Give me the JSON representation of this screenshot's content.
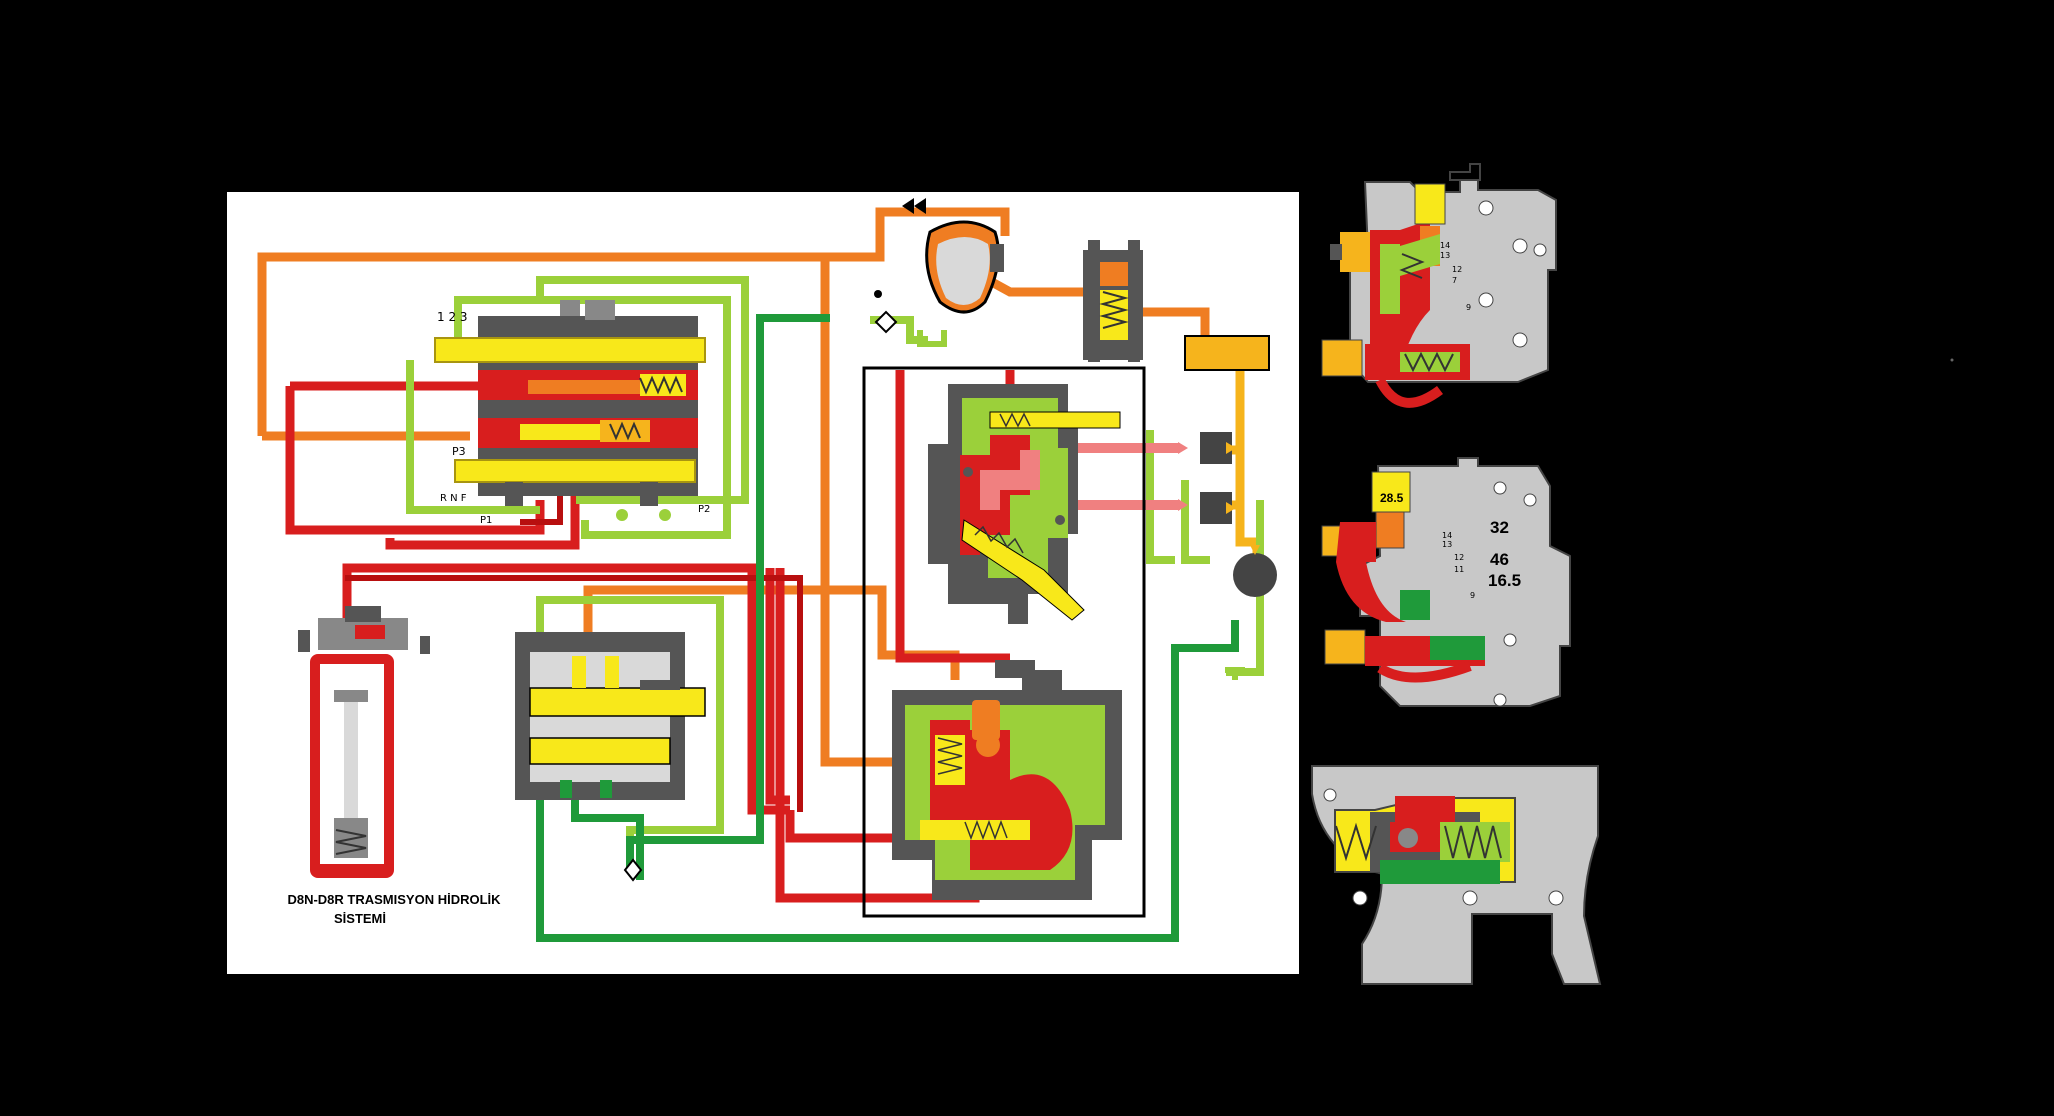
{
  "diagram": {
    "title_line1": "D8N-D8R TRASMISYON HİDROLİK",
    "title_line2": "SİSTEMİ",
    "valve_labels": {
      "selector_numbers": "1 2 3",
      "p3": "P3",
      "p1": "P1",
      "p2": "P2",
      "rnf": "R N F"
    }
  },
  "detail_top": {
    "callouts": [
      "14",
      "13",
      "12",
      "7",
      "9"
    ]
  },
  "detail_middle": {
    "value_a": "28.5",
    "value_b": "32",
    "value_c": "46",
    "value_d": "16.5",
    "callouts": [
      "14",
      "13",
      "12",
      "11",
      "9"
    ]
  },
  "colors": {
    "background": "#000000",
    "panel": "#ffffff",
    "red": "#d81e1e",
    "dark_red": "#b80f0f",
    "orange": "#ef7d22",
    "yellow": "#f8e81a",
    "yellow_gold": "#f6b41c",
    "lime": "#9bd03a",
    "light_green": "#b9e25a",
    "green": "#1f9a3a",
    "pink": "#f08080",
    "gray": "#8a8a8a",
    "light_gray": "#c8c8c8",
    "dark_gray": "#555555"
  },
  "icons": [
    "pump-icon",
    "filter-icon",
    "cooler-icon",
    "relief-valve-icon"
  ]
}
